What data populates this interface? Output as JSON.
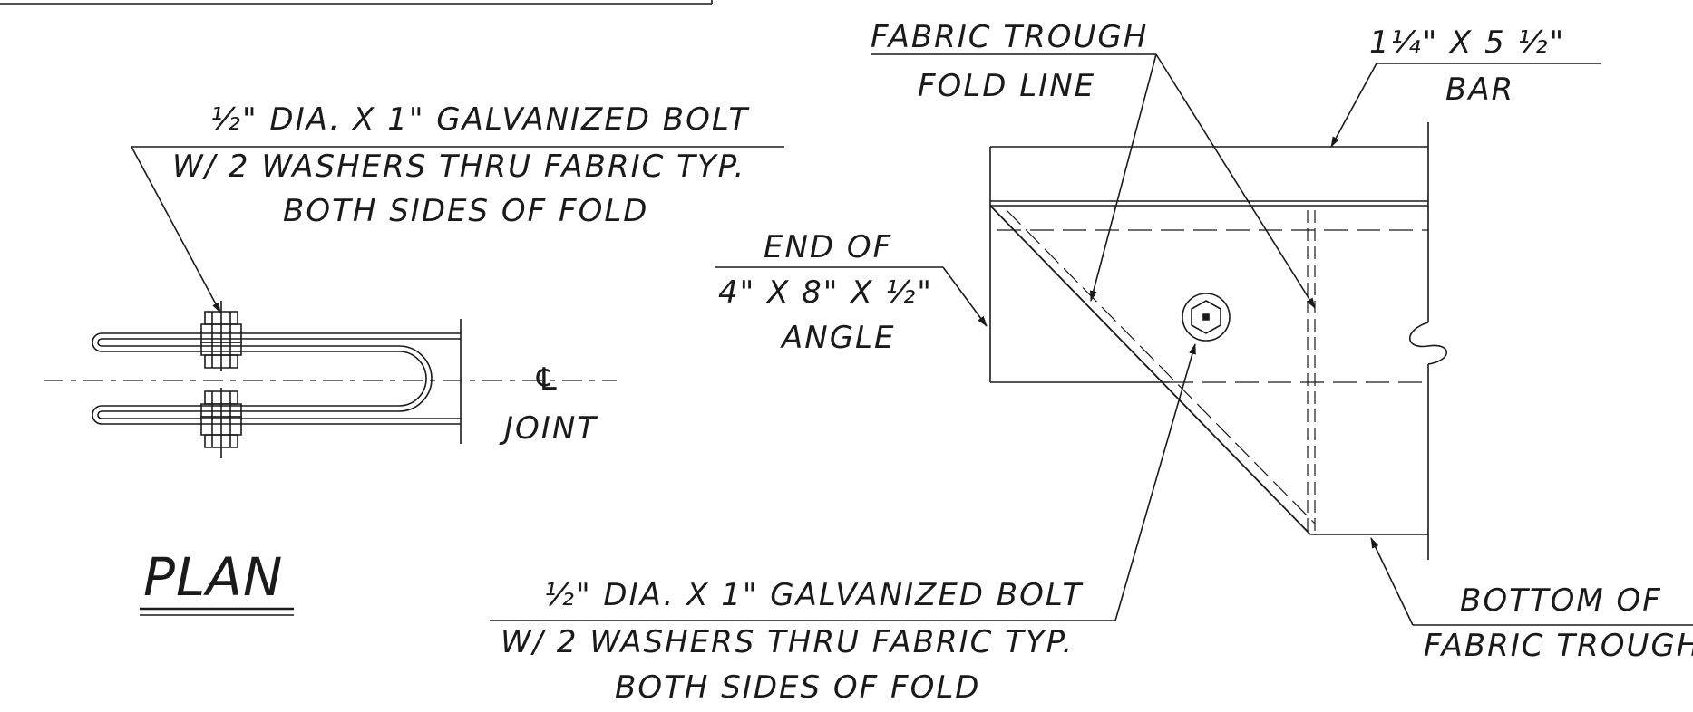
{
  "labels": {
    "plan_bolt_callout": {
      "line1": "½\" DIA. X 1\" GALVANIZED BOLT",
      "line2": "W/ 2 WASHERS THRU FABRIC TYP.",
      "line3": "BOTH SIDES OF FOLD"
    },
    "centerline_symbol": "℄",
    "joint": "JOINT",
    "plan_title": "PLAN",
    "fold_line": {
      "line1": "FABRIC TROUGH",
      "line2": "FOLD LINE"
    },
    "bar": {
      "line1": "1¼\" X 5 ½\"",
      "line2": "BAR"
    },
    "angle": {
      "line1": "END OF",
      "line2": "4\" X 8\" X ½\"",
      "line3": "ANGLE"
    },
    "elev_bolt_callout": {
      "line1": "½\" DIA. X 1\" GALVANIZED BOLT",
      "line2": "W/ 2 WASHERS THRU FABRIC TYP.",
      "line3": "BOTH SIDES OF FOLD"
    },
    "bottom": {
      "line1": "BOTTOM OF",
      "line2": "FABRIC TROUGH"
    }
  },
  "colors": {
    "ink": "#1a1a1a",
    "paper": "#ffffff"
  }
}
